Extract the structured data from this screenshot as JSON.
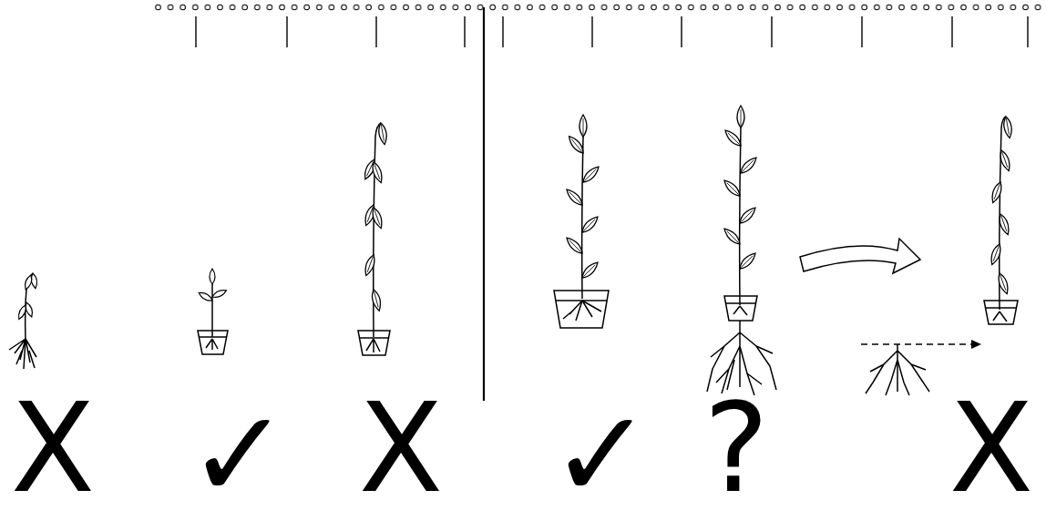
{
  "diagram": {
    "labels": [
      "X",
      "✓",
      "X",
      "✓",
      "?",
      "X"
    ]
  }
}
